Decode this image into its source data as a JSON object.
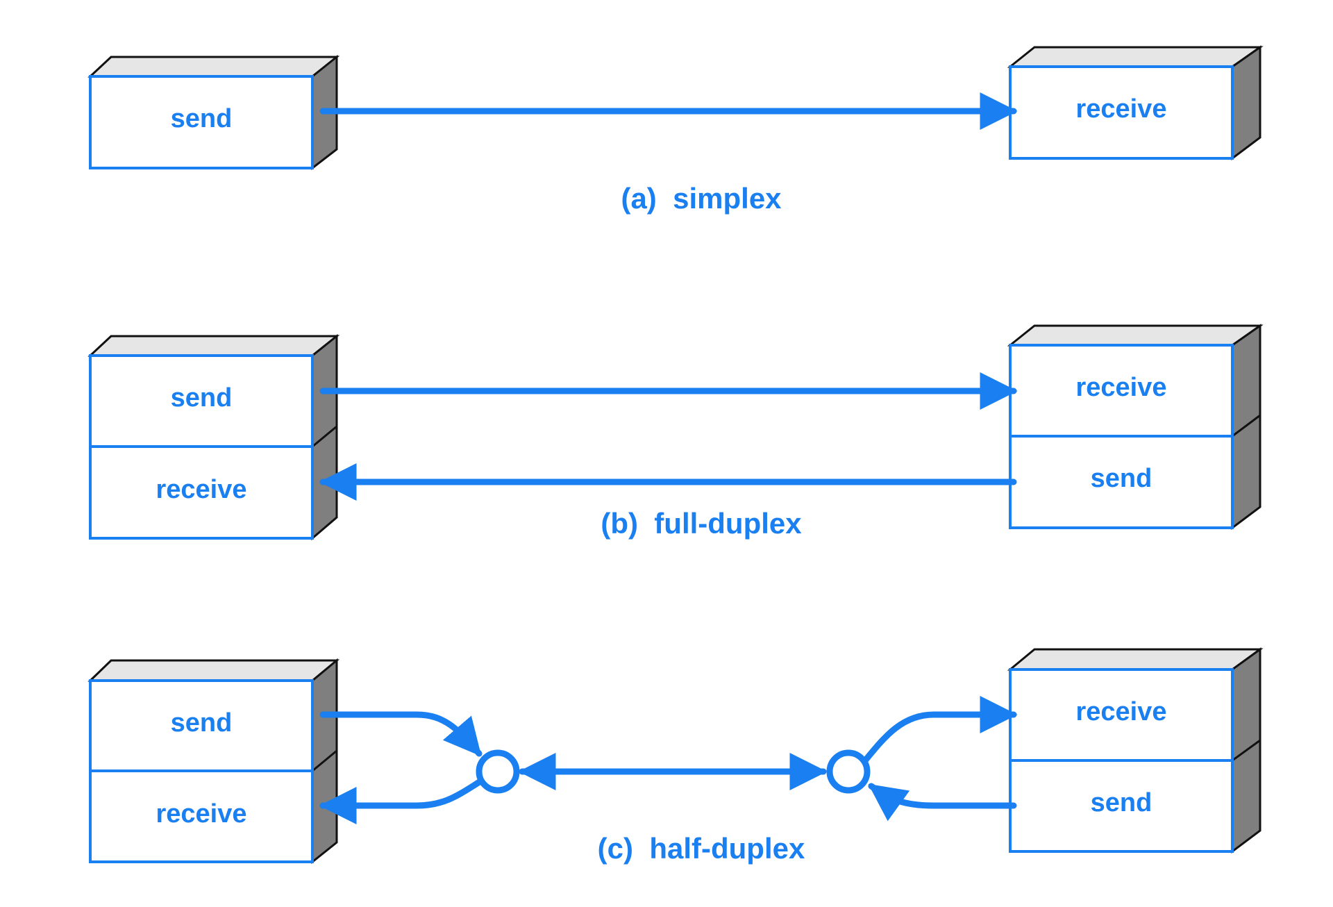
{
  "colors": {
    "accent": "#1a7ff0",
    "box_top": "#e6e6e6",
    "box_side": "#7f7f7f",
    "box_face": "#ffffff",
    "outline": "#111111"
  },
  "simplex": {
    "left_box": {
      "top_label": "send"
    },
    "right_box": {
      "top_label": "receive"
    },
    "caption": "(a)  simplex"
  },
  "full_duplex": {
    "left_box": {
      "top_label": "send",
      "bottom_label": "receive"
    },
    "right_box": {
      "top_label": "receive",
      "bottom_label": "send"
    },
    "caption": "(b)  full-duplex"
  },
  "half_duplex": {
    "left_box": {
      "top_label": "send",
      "bottom_label": "receive"
    },
    "right_box": {
      "top_label": "receive",
      "bottom_label": "send"
    },
    "caption": "(c)  half-duplex"
  }
}
